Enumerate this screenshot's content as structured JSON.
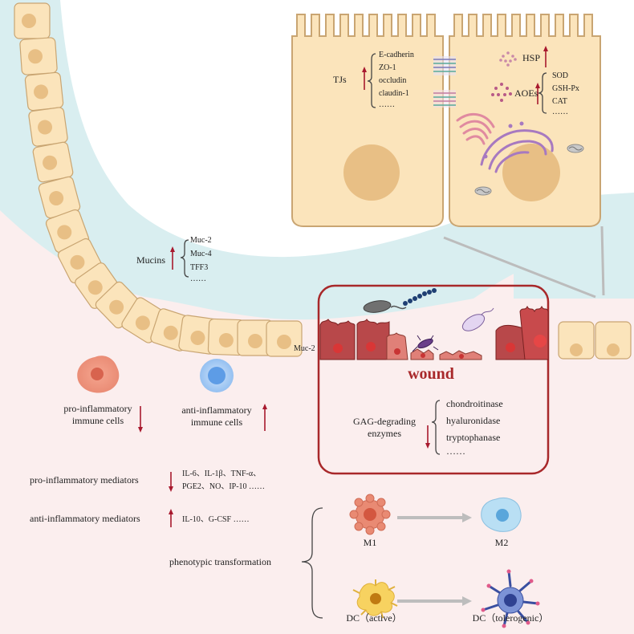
{
  "colors": {
    "background": "#fbeeee",
    "mucus": "#d9eef0",
    "cell_fill": "#fbe4bb",
    "cell_stroke": "#c9a572",
    "nucleus": "#e8bf85",
    "arrow": "#a8192e",
    "wound_border": "#a8282a",
    "damaged_cell": "#b8484a",
    "gray_arrow": "#bdbdbd"
  },
  "tight_junctions": {
    "label": "TJs",
    "trend": "up",
    "items": [
      "E-cadherin",
      "ZO-1",
      "occludin",
      "claudin-1",
      "……"
    ]
  },
  "hsp": {
    "label": "HSP",
    "trend": "up"
  },
  "antioxidant_enzymes": {
    "label": "AOEs",
    "trend": "up",
    "items": [
      "SOD",
      "GSH-Px",
      "CAT",
      "……"
    ]
  },
  "mucins": {
    "label": "Mucins",
    "trend": "up",
    "items": [
      "Muc-2",
      "Muc-4",
      "TFF3",
      "……"
    ]
  },
  "muc2_marker": "Muc-2",
  "wound": {
    "title": "wound",
    "gag_label": [
      "GAG-degrading",
      "enzymes"
    ],
    "trend": "down",
    "gag_items": [
      "chondroitinase",
      "hyaluronidase",
      "tryptophanase",
      "……"
    ]
  },
  "immune_cells": {
    "pro": {
      "label": [
        "pro-inflammatory",
        "immune cells"
      ],
      "trend": "down"
    },
    "anti": {
      "label": [
        "anti-inflammatory",
        "immune cells"
      ],
      "trend": "up"
    }
  },
  "mediators": {
    "pro": {
      "label": "pro-inflammatory mediators",
      "trend": "down",
      "values": [
        "IL-6、IL-1β、TNF-α、",
        "PGE2、NO、IP-10 ……"
      ]
    },
    "anti": {
      "label": "anti-inflammatory mediators",
      "trend": "up",
      "values": [
        "IL-10、G-CSF ……"
      ]
    }
  },
  "phenotypic_transformation": {
    "label": "phenotypic transformation",
    "macrophage": {
      "from": "M1",
      "to": "M2"
    },
    "dendritic": {
      "from": "DC（active）",
      "to": "DC（tolerogenic）"
    }
  }
}
